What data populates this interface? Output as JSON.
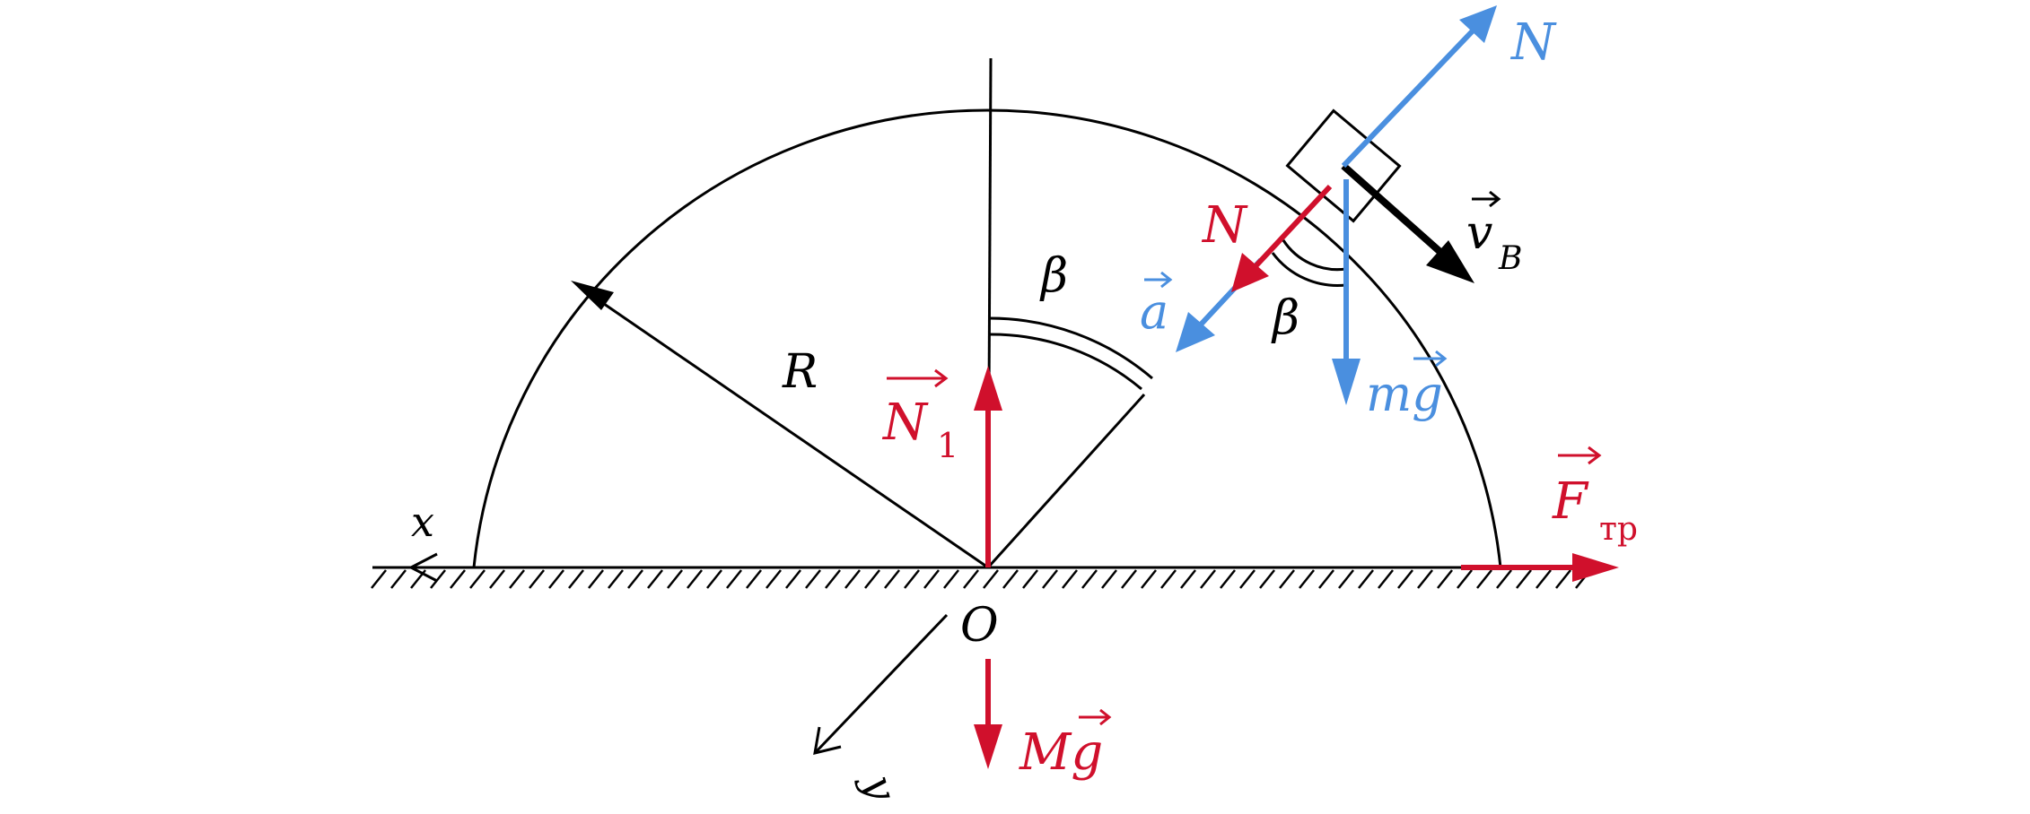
{
  "colors": {
    "line": "#000000",
    "red": "#d0102c",
    "blue": "#4a8fdf"
  },
  "labels": {
    "radius": "R",
    "angle_center": "β",
    "angle_block": "β",
    "origin": "O",
    "axis_x": "x",
    "axis_y": "y",
    "normal_block": "N",
    "normal_on_hemisphere": "N",
    "normal_floor": "N",
    "normal_floor_sub": "1",
    "acceleration": "a",
    "gravity_block": "mg",
    "gravity_hemisphere": "Mg",
    "velocity": "v",
    "velocity_sub": "B",
    "friction": "F",
    "friction_sub": "тр"
  }
}
